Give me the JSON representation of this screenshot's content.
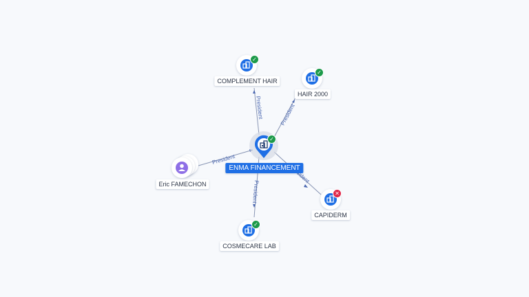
{
  "colors": {
    "accent": "#1f6fe5",
    "ok": "#1c9a4a",
    "closed": "#e0284a",
    "person": "#8e6fe6",
    "edge": "#7d8aa8"
  },
  "center": {
    "label": "ENMA FINANCEMENT",
    "icon": "building-icon",
    "status": "active"
  },
  "nodes": [
    {
      "label": "COMPLEMENT HAIR",
      "icon": "building-icon",
      "status": "active"
    },
    {
      "label": "HAIR 2000",
      "icon": "building-icon",
      "status": "active"
    },
    {
      "label": "Eric FAMECHON",
      "icon": "person-icon"
    },
    {
      "label": "COSMECARE LAB",
      "icon": "building-icon",
      "status": "active"
    },
    {
      "label": "CAPIDERM",
      "icon": "building-icon",
      "status": "closed"
    }
  ],
  "edges": [
    {
      "role": "President"
    },
    {
      "role": "President"
    },
    {
      "role": "President"
    },
    {
      "role": "President"
    },
    {
      "role": "President"
    }
  ]
}
